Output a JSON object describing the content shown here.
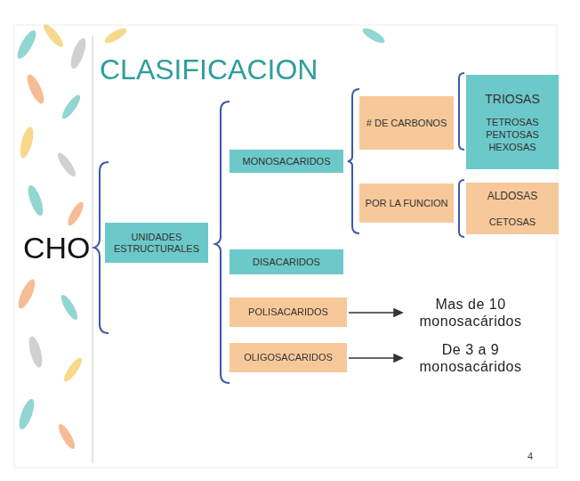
{
  "diagram": {
    "title": "CLASIFICACION",
    "nodes": [
      {
        "text": [
          "UNIDADES ESTRUCTURALES"
        ]
      },
      {
        "text": [
          "MONOSACARIDOS"
        ]
      },
      {
        "text": [
          "# DE CARBONOS"
        ]
      },
      {
        "text": [
          "POR LA FUNCION"
        ]
      },
      {
        "text": [
          "TRIOSAS",
          "TETROSAS PENTOSAS HEXOSAS"
        ]
      },
      {
        "text": [
          "ALDOSAS",
          "CETOSAS"
        ]
      },
      {
        "text": [
          "DISACARIDOS"
        ]
      },
      {
        "text": [
          "POLISACARIDOS"
        ]
      },
      {
        "text": [
          "OLIGOSACARIDOS"
        ]
      }
    ],
    "labels": [
      "CHO",
      "Mas de 10 monosacáridos",
      "De 3 a 9 monosacáridos",
      "4"
    ]
  }
}
